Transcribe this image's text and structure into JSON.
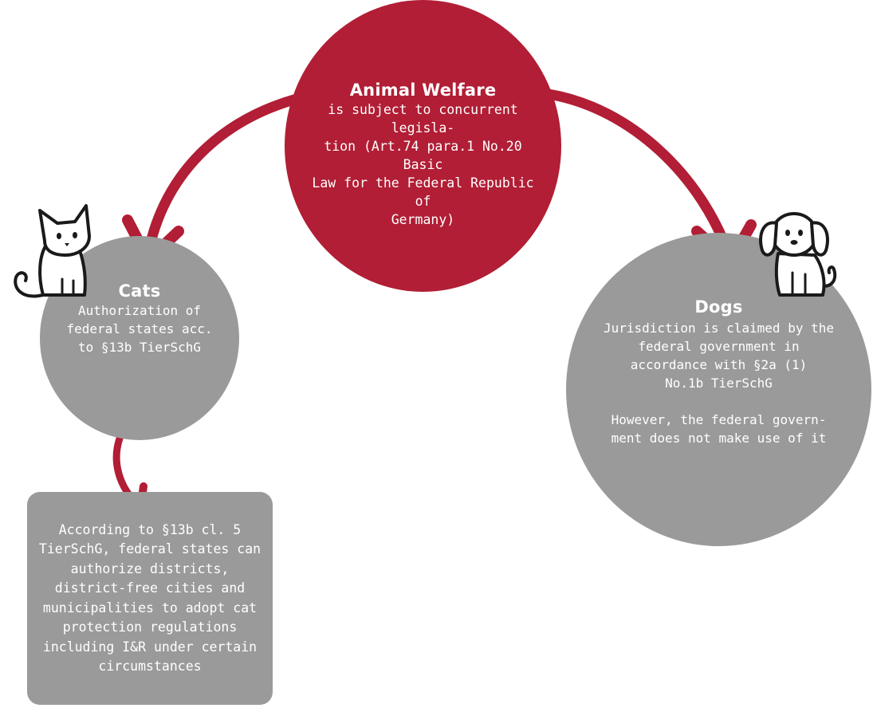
{
  "welfare": {
    "title": "Animal Welfare",
    "text": "is subject to concurrent legisla-\ntion (Art.74 para.1 No.20 Basic\nLaw for the Federal Republic of\nGermany)"
  },
  "cats": {
    "title": "Cats",
    "text": "Authorization of\nfederal states acc.\nto §13b TierSchG",
    "icon": "cat-icon"
  },
  "dogs": {
    "title": "Dogs",
    "text": "Jurisdiction is claimed by the\nfederal government in\naccordance with §2a (1)\nNo.1b TierSchG\n\nHowever, the federal govern-\nment does not make use of it",
    "icon": "dog-icon"
  },
  "note": {
    "text": "According to §13b cl. 5\nTierSchG, federal states can\nauthorize districts,\ndistrict-free cities and\nmunicipalities to adopt cat\nprotection regulations\nincluding I&R under certain\ncircumstances"
  },
  "colors": {
    "primary": "#b11e35",
    "secondary": "#9a9a9a",
    "text": "#ffffff"
  }
}
